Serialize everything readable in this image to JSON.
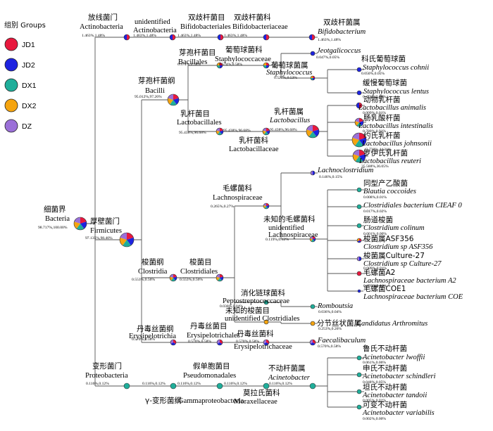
{
  "legend": {
    "title": "组别 Groups",
    "groups": [
      {
        "id": "JD1",
        "label": "JD1",
        "color": "#e8183d"
      },
      {
        "id": "JD2",
        "label": "JD2",
        "color": "#1d23e0"
      },
      {
        "id": "DX1",
        "label": "DX1",
        "color": "#1fae9a"
      },
      {
        "id": "DX2",
        "label": "DX2",
        "color": "#f5a40f"
      },
      {
        "id": "DZ",
        "label": "DZ",
        "color": "#9b70d8"
      }
    ]
  },
  "chart_data": {
    "type": "taxonomy-tree",
    "nodes": [
      {
        "id": "bacteria",
        "parent": null,
        "zh": "细菌界",
        "en": "Bacteria",
        "pct": "98.717%,100.00%",
        "comp": {
          "JD1": 1,
          "JD2": 1,
          "DX1": 1,
          "DX2": 1,
          "DZ": 1
        }
      },
      {
        "id": "firmicutes",
        "parent": "bacteria",
        "zh": "厚壁菌门",
        "en": "Firmicutes",
        "pct": "97.135%,98.40%",
        "comp": {
          "JD1": 1,
          "JD2": 1,
          "DX1": 1,
          "DX2": 1,
          "DZ": 1
        }
      },
      {
        "id": "actinobacteria_p",
        "parent": "bacteria",
        "zh": "放线菌门",
        "en": "Actinobacteria",
        "pct": "1.463%,1.48%",
        "comp": {
          "JD1": 1,
          "JD2": 1
        }
      },
      {
        "id": "proteobacteria",
        "parent": "bacteria",
        "zh": "变形菌门",
        "en": "Proteobacteria",
        "pct": "0.116%,0.12%",
        "comp": {
          "DX1": 1
        }
      },
      {
        "id": "actino_c",
        "parent": "actinobacteria_p",
        "zh": "",
        "en": "unidentified Actinobacteria",
        "pct": "1.463%,1.48%",
        "comp": {
          "JD1": 1,
          "JD2": 1
        }
      },
      {
        "id": "bifido_o",
        "parent": "actino_c",
        "zh": "双歧杆菌目",
        "en": "Bifidobacteriales",
        "pct": "1.463%,1.48%",
        "comp": {
          "JD1": 1,
          "JD2": 1
        }
      },
      {
        "id": "bifido_f",
        "parent": "bifido_o",
        "zh": "双歧杆菌科",
        "en": "Bifidobacteriaceae",
        "pct": "1.463%,1.48%",
        "comp": {
          "JD1": 1,
          "JD2": 1
        }
      },
      {
        "id": "bifido_g",
        "parent": "bifido_f",
        "zh": "双歧杆菌属",
        "en": "Bifidobacterium",
        "pct": "1.463%,1.48%",
        "comp": {
          "JD1": 1,
          "JD2": 1
        }
      },
      {
        "id": "bacilli",
        "parent": "firmicutes",
        "zh": "芽孢杆菌纲",
        "en": "Bacilli",
        "pct": "95.012%,97.26%",
        "comp": {
          "JD1": 1,
          "JD2": 1,
          "DX1": 1,
          "DX2": 1,
          "DZ": 1
        }
      },
      {
        "id": "clostridia",
        "parent": "firmicutes",
        "zh": "梭菌纲",
        "en": "Clostridia",
        "pct": "0.553%,0.56%",
        "comp": {
          "JD1": 1,
          "JD2": 1,
          "DX1": 1,
          "DX2": 1,
          "DZ": 1
        }
      },
      {
        "id": "erysipelotrichia",
        "parent": "firmicutes",
        "zh": "丹毒丝菌纲",
        "en": "Erysipelotrichia",
        "pct": "0.570%,0.58%",
        "comp": {
          "JD1": 1,
          "JD2": 1,
          "DZ": 1
        }
      },
      {
        "id": "bacillales",
        "parent": "bacilli",
        "zh": "芽孢杆菌目",
        "en": "Bacillales",
        "pct": "0.574%,0.58%",
        "comp": {
          "JD1": 1,
          "JD2": 1,
          "DX1": 1,
          "DX2": 1
        }
      },
      {
        "id": "lactobacillales",
        "parent": "bacilli",
        "zh": "乳杆菌目",
        "en": "Lactobacillales",
        "pct": "95.438%,96.68%",
        "comp": {
          "JD1": 1,
          "JD2": 1,
          "DX1": 1,
          "DX2": 1,
          "DZ": 1
        }
      },
      {
        "id": "staph_f",
        "parent": "bacillales",
        "zh": "葡萄球菌科",
        "en": "Staphylococcaceae",
        "pct": "0.574%,0.58%",
        "comp": {
          "JD1": 1,
          "JD2": 1,
          "DX1": 1,
          "DX2": 1
        }
      },
      {
        "id": "jeotgali_g",
        "parent": "staph_f",
        "zh": "",
        "en": "Jeotgalicoccus",
        "pct": "0.047%,0.05%",
        "comp": {
          "JD2": 1
        }
      },
      {
        "id": "staph_g",
        "parent": "staph_f",
        "zh": "葡萄球菌属",
        "en": "Staphylococcus",
        "pct": "0.527%,0.53%",
        "comp": {
          "JD1": 1,
          "JD2": 1,
          "DX1": 1,
          "DX2": 1
        }
      },
      {
        "id": "s_cohnii",
        "parent": "staph_g",
        "zh": "科氏葡萄球菌",
        "en": "Staphylococcus cohnii",
        "pct": "0.050%,0.05%",
        "comp": {
          "JD2": 1
        }
      },
      {
        "id": "s_lentus",
        "parent": "staph_g",
        "zh": "缓慢葡萄球菌",
        "en": "Staphylococcus lentus",
        "pct": "0.474%,0.48%",
        "comp": {
          "JD2": 1
        }
      },
      {
        "id": "lactobacill_f",
        "parent": "lactobacillales",
        "zh": "乳杆菌科",
        "en": "Lactobacillaceae",
        "pct": "95.438%,96.68%",
        "comp": {
          "JD1": 1,
          "JD2": 1,
          "DX1": 1,
          "DX2": 1,
          "DZ": 1
        }
      },
      {
        "id": "lacto_g",
        "parent": "lactobacill_f",
        "zh": "乳杆菌属",
        "en": "Lactobacillus",
        "pct": "95.438%,96.68%",
        "comp": {
          "JD1": 1,
          "JD2": 1,
          "DX1": 1,
          "DX2": 1,
          "DZ": 1
        }
      },
      {
        "id": "l_animalis",
        "parent": "lacto_g",
        "zh": "动物乳杆菌",
        "en": "Lactobacillus animalis",
        "pct": "0.009%,0.01%",
        "comp": {
          "JD1": 1,
          "JD2": 1
        }
      },
      {
        "id": "l_intestinalis",
        "parent": "lacto_g",
        "zh": "肠乳酸杆菌",
        "en": "Lactobacillus intestinalis",
        "pct": "0.780%,0.91%",
        "comp": {
          "JD1": 1,
          "JD2": 1,
          "DX1": 1,
          "DX2": 1,
          "DZ": 1
        }
      },
      {
        "id": "l_johnsonii",
        "parent": "lacto_g",
        "zh": "约氏乳杆菌",
        "en": "Lactobacillus johnsonii",
        "pct": "43.730%,44.31%",
        "comp": {
          "JD1": 1,
          "JD2": 1,
          "DX1": 1,
          "DX2": 1,
          "DZ": 1
        }
      },
      {
        "id": "l_reuteri",
        "parent": "lacto_g",
        "zh": "罗伊氏乳杆菌",
        "en": "Lactobacillus reuteri",
        "pct": "35.588%,36.05%",
        "comp": {
          "JD1": 1,
          "JD2": 1,
          "DX1": 1,
          "DX2": 1,
          "DZ": 1
        }
      },
      {
        "id": "clostridiales",
        "parent": "clostridia",
        "zh": "梭菌目",
        "en": "Clostridiales",
        "pct": "0.553%,0.56%",
        "comp": {
          "JD1": 1,
          "JD2": 1,
          "DX1": 1,
          "DX2": 1,
          "DZ": 1
        }
      },
      {
        "id": "lachno_f",
        "parent": "clostridiales",
        "zh": "毛螺菌科",
        "en": "Lachnospiraceae",
        "pct": "0.265%,0.27%",
        "comp": {
          "JD1": 1,
          "JD2": 1,
          "DX1": 1,
          "DX2": 1,
          "DZ": 1
        }
      },
      {
        "id": "lachnoclostridium",
        "parent": "lachno_f",
        "zh": "",
        "en": "Lachnoclostridium",
        "pct": "0.146%,0.15%",
        "comp": {
          "JD2": 1,
          "DZ": 1
        }
      },
      {
        "id": "unid_lachno_g",
        "parent": "lachno_f",
        "zh": "未知的毛螺菌科",
        "en": "unidentified Lachnospiraceae",
        "pct": "0.119%,0.12%",
        "comp": {
          "JD1": 1,
          "JD2": 1,
          "DX1": 1,
          "DX2": 1,
          "DZ": 1
        }
      },
      {
        "id": "b_coccoides",
        "parent": "unid_lachno_g",
        "zh": "同型产乙酸菌",
        "en": "Blautia coccoides",
        "pct": "0.008%,0.01%",
        "comp": {
          "DX1": 1
        }
      },
      {
        "id": "c_bacterium_cieaf",
        "parent": "unid_lachno_g",
        "zh": "",
        "en": "Clostridiales bacterium CIEAF 0",
        "pct": "0.017%,0.02%",
        "comp": {
          "DX1": 1
        }
      },
      {
        "id": "c_colinum",
        "parent": "unid_lachno_g",
        "zh": "肠道梭菌",
        "en": "Clostridium colinum",
        "pct": "0.001%,0.00%",
        "comp": {
          "DX1": 1
        }
      },
      {
        "id": "c_asf356",
        "parent": "unid_lachno_g",
        "zh": "梭菌属ASF356",
        "en": "Clostridium sp ASF356",
        "pct": "0.050%,0.05%",
        "comp": {
          "JD1": 1,
          "JD2": 1,
          "DX2": 1
        }
      },
      {
        "id": "c_culture27",
        "parent": "unid_lachno_g",
        "zh": "梭菌属Culture-27",
        "en": "Clostridium sp Culture-27",
        "pct": "0.009%,0.01%",
        "comp": {
          "JD2": 1,
          "DZ": 1
        }
      },
      {
        "id": "l_bacterium_a2",
        "parent": "unid_lachno_g",
        "zh": "毛螺菌A2",
        "en": "Lachnospiraceae bacterium A2",
        "pct": "0.020%,0.02%",
        "comp": {
          "JD1": 1
        }
      },
      {
        "id": "l_bacterium_coe1",
        "parent": "unid_lachno_g",
        "zh": "毛螺菌COE1",
        "en": "Lachnospiraceae bacterium COE",
        "pct": "0.002%,0.00%",
        "comp": {
          "JD2": 1
        }
      },
      {
        "id": "pepto_f",
        "parent": "clostridiales",
        "zh": "消化链球菌科",
        "en": "Peptostreptococcaceae",
        "pct": "0.030%,0.04%",
        "comp": {
          "DX1": 1
        }
      },
      {
        "id": "romboutsia",
        "parent": "pepto_f",
        "zh": "",
        "en": "Romboutsia",
        "pct": "0.036%,0.04%",
        "comp": {
          "DX1": 1
        }
      },
      {
        "id": "unid_clostridiales_f",
        "parent": "clostridiales",
        "zh": "未知的梭菌目",
        "en": "unidentified Clostridiales",
        "pct": "0.253%,0.26%",
        "comp": {
          "DX2": 1
        }
      },
      {
        "id": "c_arthromitus",
        "parent": "unid_clostridiales_f",
        "zh": "分节丝状菌属",
        "en": "Candidatus Arthromitus",
        "pct": "0.253%,0.26%",
        "comp": {
          "DX2": 1
        }
      },
      {
        "id": "erysipelotrichales",
        "parent": "erysipelotrichia",
        "zh": "丹毒丝菌目",
        "en": "Erysipelotrichales",
        "pct": "0.570%,0.58%",
        "comp": {
          "JD1": 1,
          "JD2": 1,
          "DZ": 1
        }
      },
      {
        "id": "erysipelotrichaceae",
        "parent": "erysipelotrichales",
        "zh": "丹毒丝菌科",
        "en": "Erysipelotrichaceae",
        "pct": "0.570%,0.58%",
        "comp": {
          "JD1": 1,
          "JD2": 1,
          "DZ": 1
        }
      },
      {
        "id": "faecalibaculum",
        "parent": "erysipelotrichaceae",
        "zh": "",
        "en": "Faecalibaculum",
        "pct": "0.570%,0.58%",
        "comp": {
          "JD1": 1,
          "JD2": 1,
          "DZ": 1
        }
      },
      {
        "id": "gammaproteobacteria",
        "parent": "proteobacteria",
        "zh": "γ-变形菌纲",
        "en": "Gammaproteobacteria",
        "pct": "0.116%,0.12%",
        "comp": {
          "DX1": 1
        }
      },
      {
        "id": "pseudomonadales",
        "parent": "gammaproteobacteria",
        "zh": "假单胞菌目",
        "en": "Pseudomonadales",
        "pct": "0.116%,0.12%",
        "comp": {
          "DX1": 1
        }
      },
      {
        "id": "moraxellaceae",
        "parent": "pseudomonadales",
        "zh": "莫拉氏菌科",
        "en": "Moraxellaceae",
        "pct": "0.116%,0.12%",
        "comp": {
          "DX1": 1
        }
      },
      {
        "id": "acinetobacter",
        "parent": "moraxellaceae",
        "zh": "不动杆菌属",
        "en": "Acinetobacter",
        "pct": "0.116%,0.12%",
        "comp": {
          "DX1": 1
        }
      },
      {
        "id": "a_lwoffii",
        "parent": "acinetobacter",
        "zh": "鲁氏不动杆菌",
        "en": "Acinetobacter lwoffii",
        "pct": "0.061%,0.06%",
        "comp": {
          "DX1": 1
        }
      },
      {
        "id": "a_schindleri",
        "parent": "acinetobacter",
        "zh": "申氏不动杆菌",
        "en": "Acinetobacter schindleri",
        "pct": "0.048%,0.05%",
        "comp": {
          "DX1": 1
        }
      },
      {
        "id": "a_tandoii",
        "parent": "acinetobacter",
        "zh": "坦氏不动杆菌",
        "en": "Acinetobacter tandoii",
        "pct": "0.005%,0.01%",
        "comp": {
          "DX1": 1
        }
      },
      {
        "id": "a_variabilis",
        "parent": "acinetobacter",
        "zh": "可变不动杆菌",
        "en": "Acinetobacter variabilis",
        "pct": "0.002%,0.00%",
        "comp": {
          "DX1": 1
        }
      }
    ]
  }
}
